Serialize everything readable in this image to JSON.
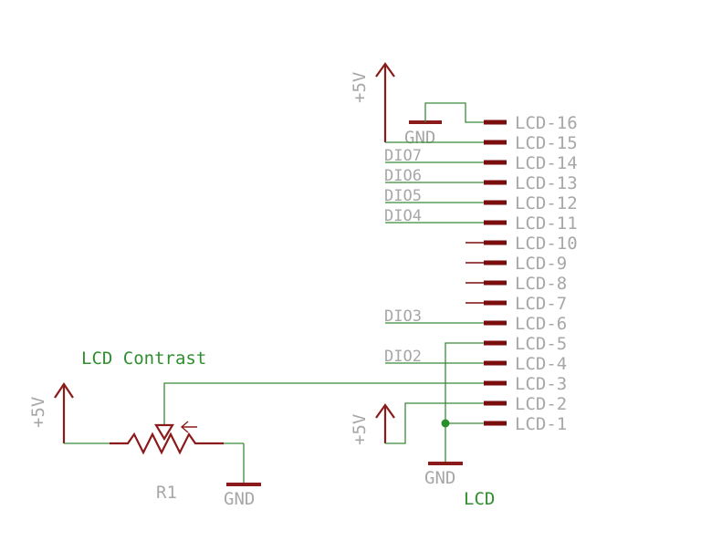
{
  "diagram": {
    "title": "LCD Contrast",
    "lcd": {
      "name": "LCD",
      "pins": [
        "LCD-16",
        "LCD-15",
        "LCD-14",
        "LCD-13",
        "LCD-12",
        "LCD-11",
        "LCD-10",
        "LCD-9",
        "LCD-8",
        "LCD-7",
        "LCD-6",
        "LCD-5",
        "LCD-4",
        "LCD-3",
        "LCD-2",
        "LCD-1"
      ]
    },
    "nets": {
      "dio7": "DIO7",
      "dio6": "DIO6",
      "dio5": "DIO5",
      "dio4": "DIO4",
      "dio3": "DIO3",
      "dio2": "DIO2"
    },
    "power": {
      "vcc_top": "+5V",
      "vcc_lcd": "+5V",
      "vcc_pot": "+5V",
      "gnd_top": "GND",
      "gnd_lcd": "GND",
      "gnd_pot": "GND"
    },
    "pot": {
      "name": "R1"
    },
    "colors": {
      "wire": "#3a8a3a",
      "part": "#8b1a1a",
      "label": "#a7a7a7",
      "name": "#2f8f2f"
    }
  }
}
